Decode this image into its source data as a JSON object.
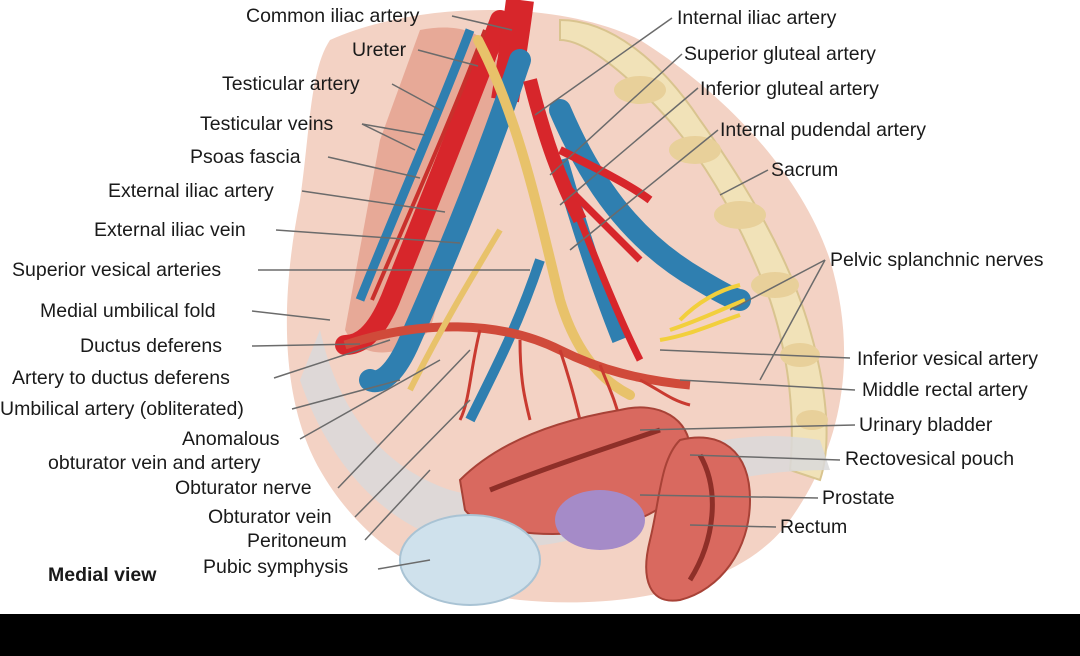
{
  "figure": {
    "caption_view": "Medial view",
    "colors": {
      "artery": "#d7262b",
      "vein": "#2f7fb0",
      "nerve": "#f2cf3c",
      "ureter": "#e8c26a",
      "bone": "#f1e2b8",
      "bladder": "#d9695f",
      "prostate": "#a58bc8",
      "tissue": "#e9b7a8"
    }
  },
  "labels_left": [
    {
      "id": "common-iliac-artery",
      "text": "Common iliac artery"
    },
    {
      "id": "ureter",
      "text": "Ureter"
    },
    {
      "id": "testicular-artery",
      "text": "Testicular artery"
    },
    {
      "id": "testicular-veins",
      "text": "Testicular veins"
    },
    {
      "id": "psoas-fascia",
      "text": "Psoas fascia"
    },
    {
      "id": "external-iliac-artery",
      "text": "External iliac artery"
    },
    {
      "id": "external-iliac-vein",
      "text": "External iliac vein"
    },
    {
      "id": "superior-vesical-arteries",
      "text": "Superior vesical arteries"
    },
    {
      "id": "medial-umbilical-fold",
      "text": "Medial umbilical fold"
    },
    {
      "id": "ductus-deferens",
      "text": "Ductus deferens"
    },
    {
      "id": "artery-to-ductus-deferens",
      "text": "Artery to ductus deferens"
    },
    {
      "id": "umbilical-artery",
      "text": "Umbilical artery (obliterated)"
    },
    {
      "id": "anomalous",
      "text": "Anomalous"
    },
    {
      "id": "obturator-vein-and-artery",
      "text": "obturator vein and artery"
    },
    {
      "id": "obturator-nerve",
      "text": "Obturator nerve"
    },
    {
      "id": "obturator-vein",
      "text": "Obturator vein"
    },
    {
      "id": "peritoneum",
      "text": "Peritoneum"
    },
    {
      "id": "pubic-symphysis",
      "text": "Pubic symphysis"
    }
  ],
  "labels_right": [
    {
      "id": "internal-iliac-artery",
      "text": "Internal iliac artery"
    },
    {
      "id": "superior-gluteal-artery",
      "text": "Superior gluteal artery"
    },
    {
      "id": "inferior-gluteal-artery",
      "text": "Inferior gluteal artery"
    },
    {
      "id": "internal-pudendal-artery",
      "text": "Internal pudendal artery"
    },
    {
      "id": "sacrum",
      "text": "Sacrum"
    },
    {
      "id": "pelvic-splanchnic-nerves",
      "text": "Pelvic splanchnic nerves"
    },
    {
      "id": "inferior-vesical-artery",
      "text": "Inferior vesical artery"
    },
    {
      "id": "middle-rectal-artery",
      "text": "Middle rectal artery"
    },
    {
      "id": "urinary-bladder",
      "text": "Urinary bladder"
    },
    {
      "id": "rectovesical-pouch",
      "text": "Rectovesical pouch"
    },
    {
      "id": "prostate",
      "text": "Prostate"
    },
    {
      "id": "rectum",
      "text": "Rectum"
    }
  ]
}
